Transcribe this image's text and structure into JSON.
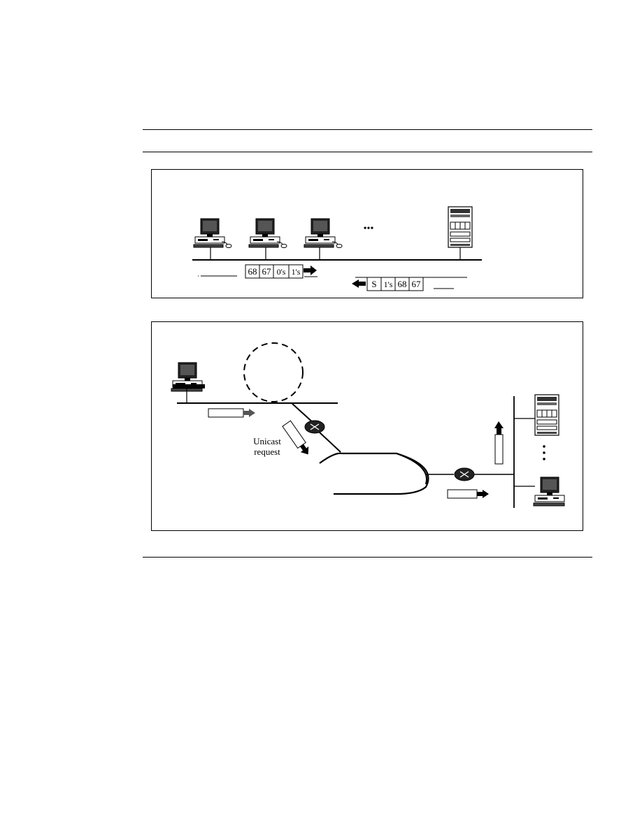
{
  "panel_a": {
    "client_frame_fields": [
      "68",
      "67",
      "0's",
      "1's"
    ],
    "server_frame_fields": [
      "S",
      "1's",
      "68",
      "67"
    ],
    "ellipsis": "•••"
  },
  "panel_b": {
    "unicast_label_line1": "Unicast",
    "unicast_label_line2": "request"
  }
}
